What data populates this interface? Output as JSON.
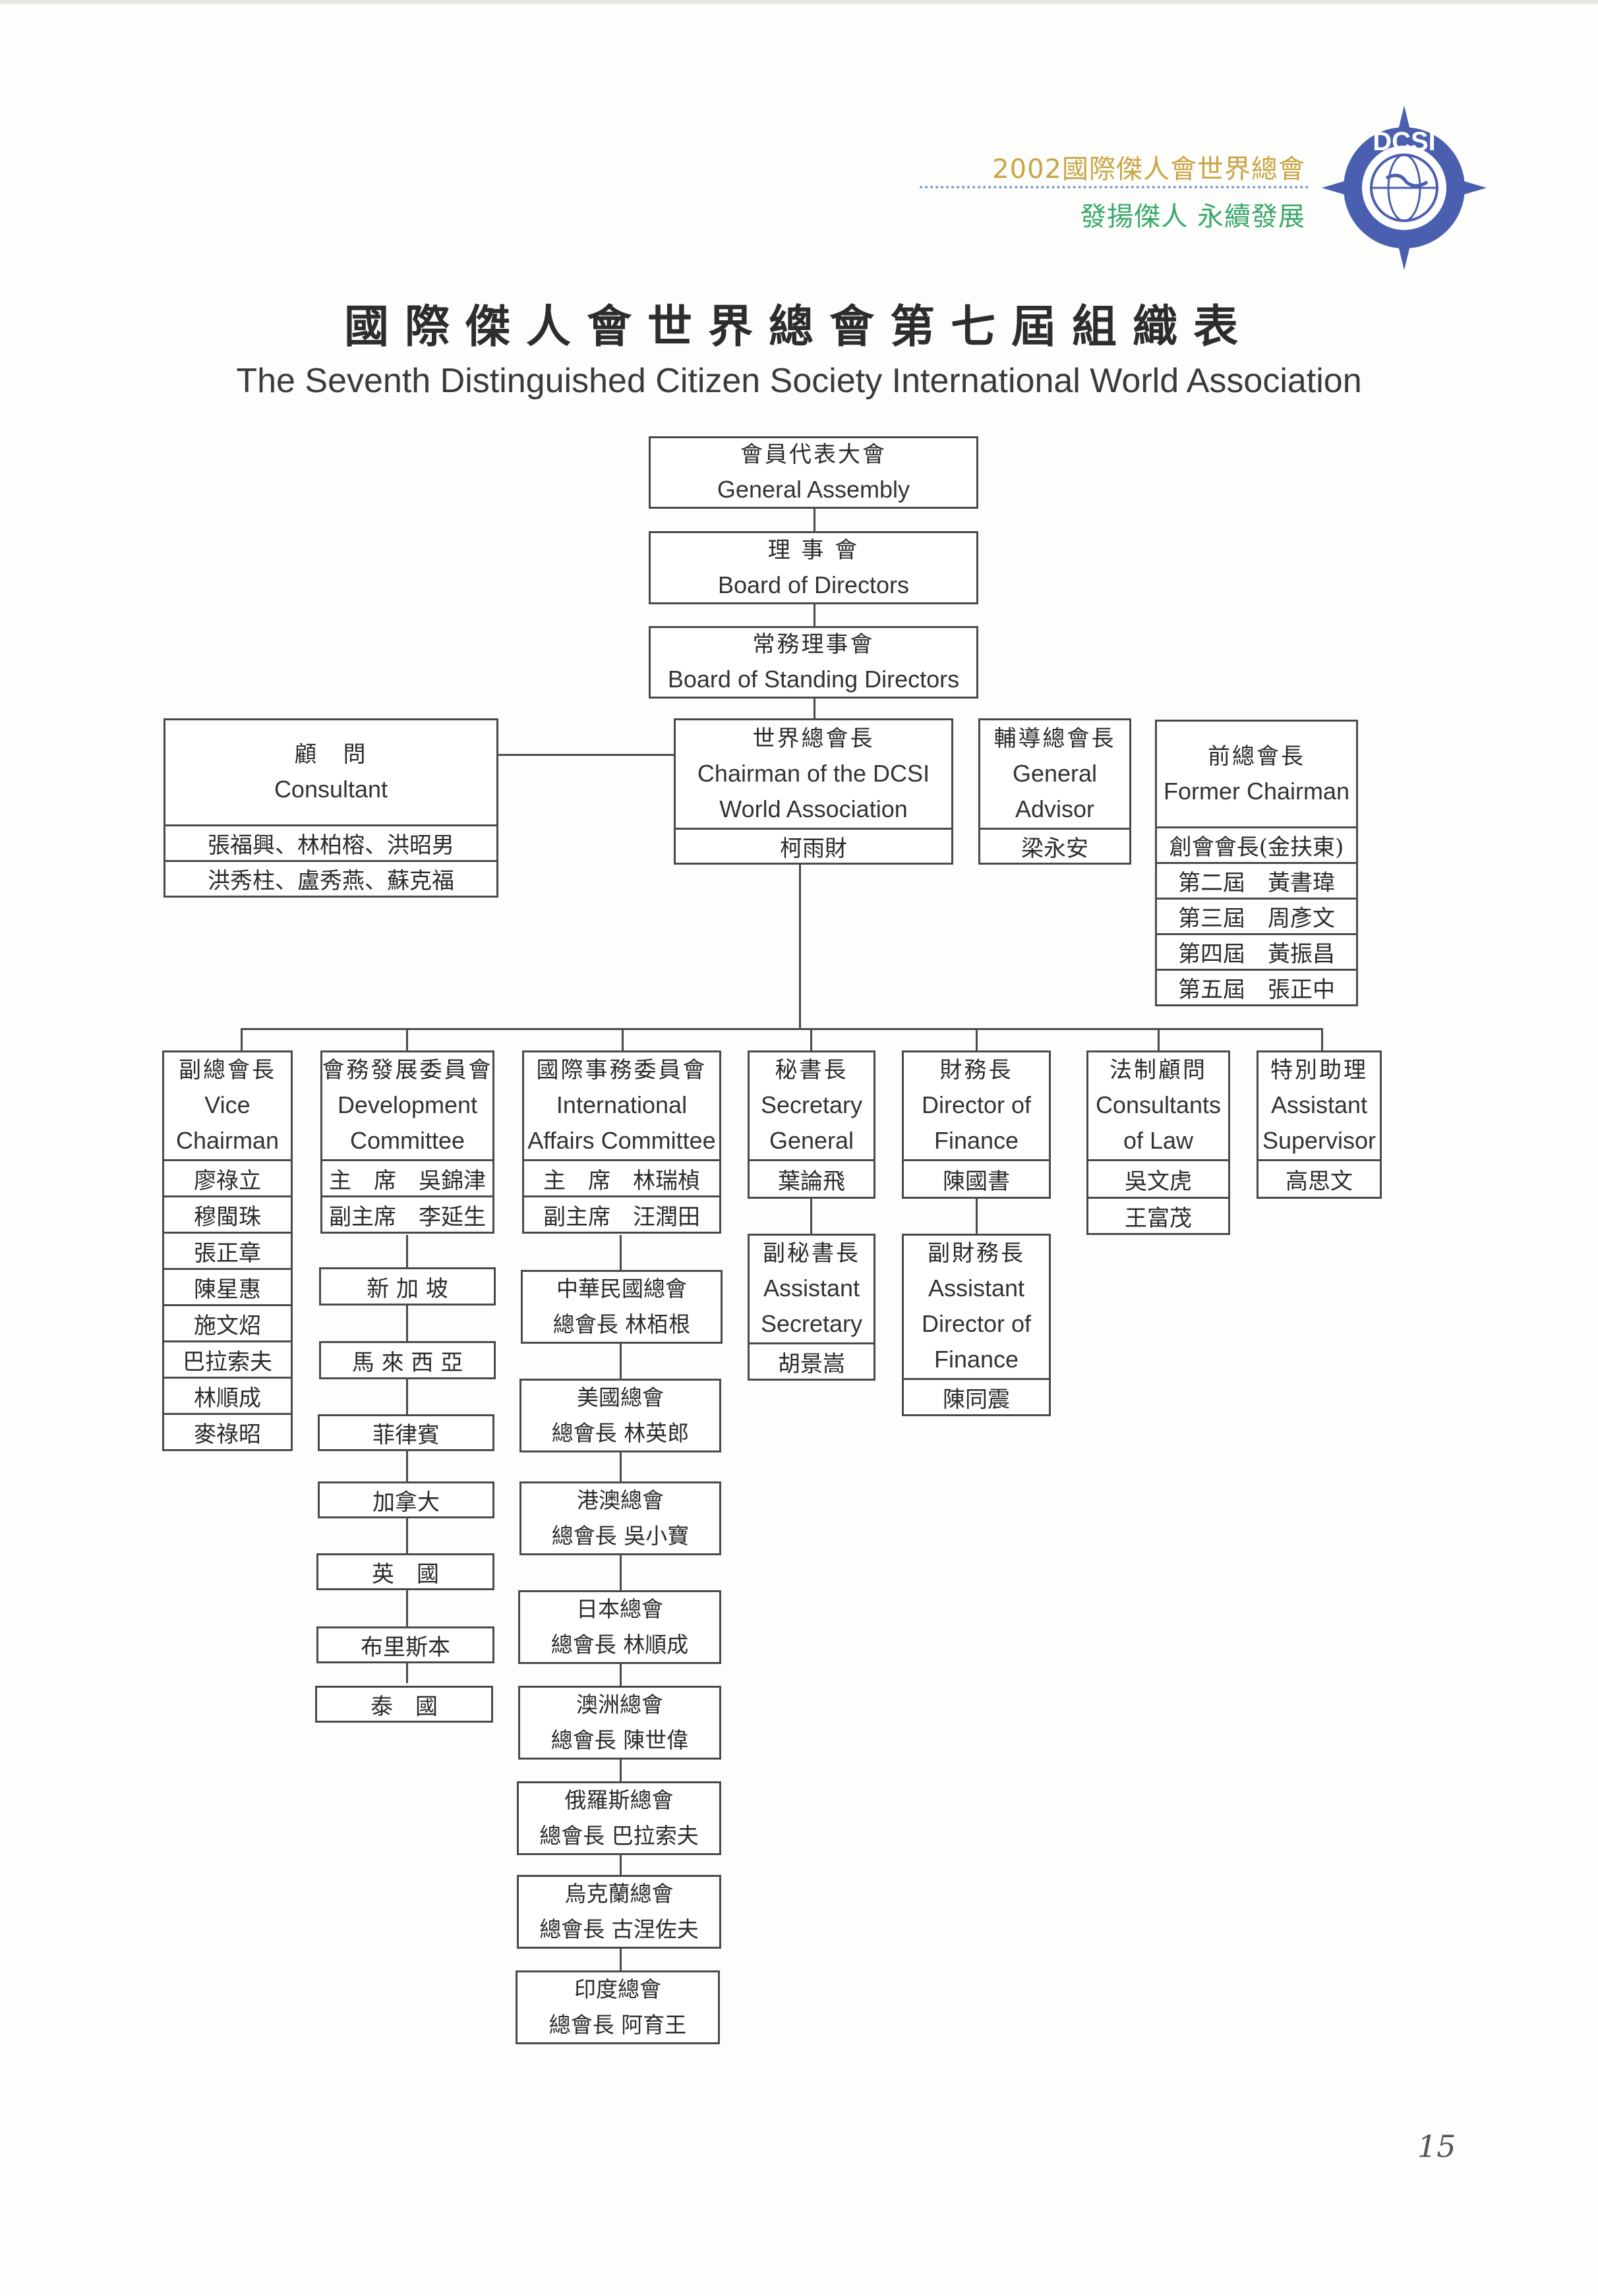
{
  "header": {
    "event_title": "2002國際傑人會世界總會",
    "slogan": "發揚傑人 永續發展",
    "logo_text": "DCSI"
  },
  "title": {
    "chinese": "國際傑人會世界總會第七屆組織表",
    "english": "The Seventh Distinguished Citizen Society International World Association"
  },
  "top_chain": [
    {
      "cn": "會員代表大會",
      "en": "General Assembly"
    },
    {
      "cn": "理 事 會",
      "en": "Board of Directors"
    },
    {
      "cn": "常務理事會",
      "en": "Board of Standing Directors"
    }
  ],
  "consultant": {
    "cn": "顧　問",
    "en": "Consultant",
    "members": [
      "張福興、林柏榕、洪昭男",
      "洪秀柱、盧秀燕、蘇克福"
    ]
  },
  "chairman": {
    "cn": "世界總會長",
    "en1": "Chairman of the DCSI",
    "en2": "World Association",
    "name": "柯雨財"
  },
  "general_advisor": {
    "cn": "輔導總會長",
    "en1": "General",
    "en2": "Advisor",
    "name": "梁永安"
  },
  "former_chairman": {
    "cn": "前總會長",
    "en": "Former Chairman",
    "members": [
      "創會會長(金扶東)",
      "第二屆　黃書瑋",
      "第三屆　周彥文",
      "第四屆　黃振昌",
      "第五屆　張正中"
    ]
  },
  "vice_chairman": {
    "cn": "副總會長",
    "en1": "Vice",
    "en2": "Chairman",
    "members": [
      "廖祿立",
      "穆閩珠",
      "張正章",
      "陳星惠",
      "施文炤",
      "巴拉索夫",
      "林順成",
      "麥祿昭"
    ]
  },
  "development": {
    "cn": "會務發展委員會",
    "en1": "Development",
    "en2": "Committee",
    "officers": [
      "主　席　吳錦津",
      "副主席　李延生"
    ],
    "countries": [
      "新 加 坡",
      "馬 來 西 亞",
      "菲律賓",
      "加拿大",
      "英　國",
      "布里斯本",
      "泰　國"
    ]
  },
  "international": {
    "cn": "國際事務委員會",
    "en1": "International",
    "en2": "Affairs Committee",
    "officers": [
      "主　席　林瑞楨",
      "副主席　汪潤田"
    ],
    "branches": [
      {
        "name": "中華民國總會",
        "president": "總會長 林栢根"
      },
      {
        "name": "美國總會",
        "president": "總會長 林英郎"
      },
      {
        "name": "港澳總會",
        "president": "總會長 吳小寶"
      },
      {
        "name": "日本總會",
        "president": "總會長 林順成"
      },
      {
        "name": "澳洲總會",
        "president": "總會長 陳世偉"
      },
      {
        "name": "俄羅斯總會",
        "president": "總會長 巴拉索夫"
      },
      {
        "name": "烏克蘭總會",
        "president": "總會長 古涅佐夫"
      },
      {
        "name": "印度總會",
        "president": "總會長 阿育王"
      }
    ]
  },
  "secretary": {
    "cn": "秘書長",
    "en1": "Secretary",
    "en2": "General",
    "name": "葉論飛",
    "assistant": {
      "cn": "副秘書長",
      "en1": "Assistant",
      "en2": "Secretary",
      "name": "胡景嵩"
    }
  },
  "finance": {
    "cn": "財務長",
    "en1": "Director of",
    "en2": "Finance",
    "name": "陳國書",
    "assistant": {
      "cn": "副財務長",
      "en1": "Assistant",
      "en2": "Director of",
      "en3": "Finance",
      "name": "陳同震"
    }
  },
  "law": {
    "cn": "法制顧問",
    "en1": "Consultants",
    "en2": "of Law",
    "members": [
      "吳文虎",
      "王富茂"
    ]
  },
  "assistant_supervisor": {
    "cn": "特別助理",
    "en1": "Assistant",
    "en2": "Supervisor",
    "name": "高思文"
  },
  "page_number": "15"
}
